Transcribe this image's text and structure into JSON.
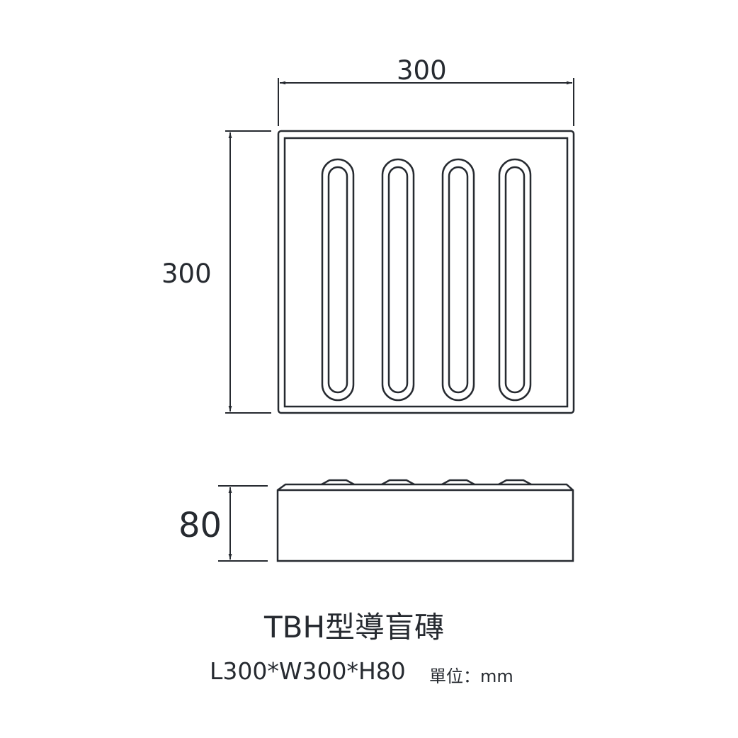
{
  "dimensions": {
    "top_width": "300",
    "top_length": "300",
    "side_height": "80"
  },
  "title": "TBH型導盲磚",
  "spec": "L300*W300*H80",
  "unit_label": "單位：mm",
  "stroke_color": "#262a30",
  "bar_count": 4
}
